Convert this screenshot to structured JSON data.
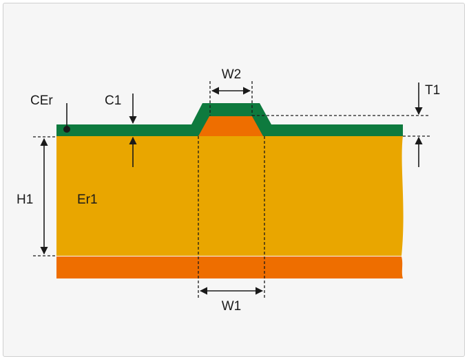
{
  "labels": {
    "cer": "CEr",
    "c1": "C1",
    "w2": "W2",
    "t1": "T1",
    "h1": "H1",
    "er1": "Er1",
    "w1": "W1"
  },
  "colors": {
    "substrate": "#E9A600",
    "coating": "#0E7A3E",
    "copper": "#EE6E00",
    "line": "#1A1A1A",
    "background": "#F6F6F6"
  }
}
